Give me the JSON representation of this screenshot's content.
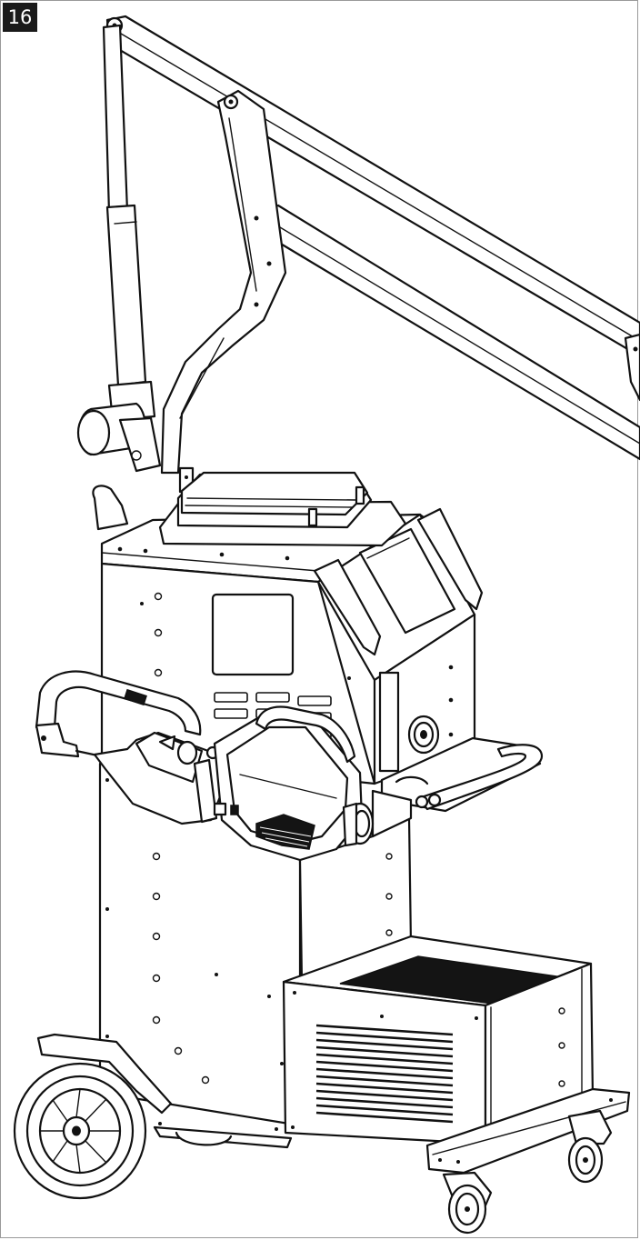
{
  "figure": {
    "number_label": "16"
  },
  "parts": [
    {
      "id": "boom-arm",
      "icon": "boom-arm-icon"
    },
    {
      "id": "gas-spring-strut",
      "icon": "gas-spring-icon"
    },
    {
      "id": "support-mast",
      "icon": "support-mast-icon"
    },
    {
      "id": "top-storage-case",
      "icon": "storage-case-icon"
    },
    {
      "id": "control-panel-screen",
      "icon": "display-panel-icon"
    },
    {
      "id": "spot-weld-gun",
      "icon": "weld-gun-icon"
    },
    {
      "id": "c-frame-arm",
      "icon": "c-frame-icon"
    },
    {
      "id": "cable-connector",
      "icon": "connector-icon"
    },
    {
      "id": "tool-tray",
      "icon": "tray-icon"
    },
    {
      "id": "lower-cabinet",
      "icon": "cabinet-icon"
    },
    {
      "id": "cooling-unit",
      "icon": "cooling-unit-icon"
    },
    {
      "id": "rear-wheel",
      "icon": "wheel-icon"
    },
    {
      "id": "front-castor-wheels",
      "icon": "castor-wheel-icon"
    }
  ]
}
